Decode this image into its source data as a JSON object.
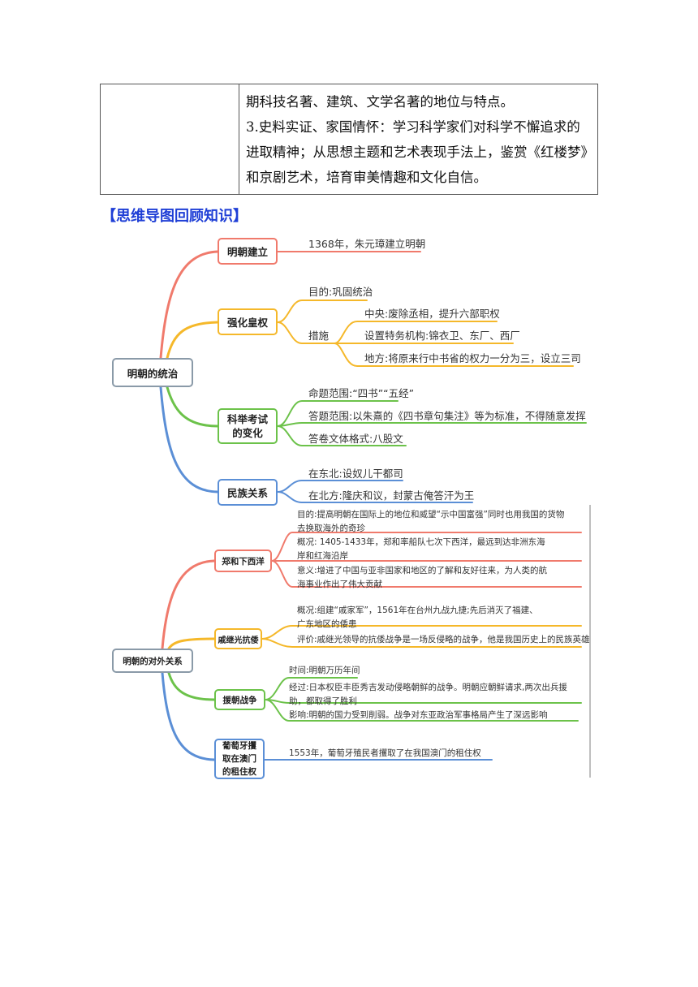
{
  "table": {
    "lines": [
      "期科技名著、建筑、文学名著的地位与特点。",
      "3.史料实证、家国情怀：学习科学家们对科学不懈追求的",
      "进取精神；从思想主题和艺术表现手法上，鉴赏《红楼梦》",
      "和京剧艺术，培育审美情趣和文化自信。"
    ]
  },
  "section_heading": "【思维导图回顾知识】",
  "map1": {
    "root": "明朝的统治",
    "branches": {
      "founding": {
        "label": "明朝建立",
        "item": "1368年，朱元璋建立明朝"
      },
      "imperial": {
        "label": "强化皇权",
        "purpose": "目的:巩固统治",
        "measures_label": "措施",
        "measures": [
          "中央:废除丞相，提升六部职权",
          "设置特务机构:锦衣卫、东厂、西厂",
          "地方:将原来行中书省的权力一分为三，设立三司"
        ]
      },
      "exam": {
        "label": "科举考试的变化",
        "items": [
          "命题范围:“四书”“五经”",
          "答题范围:以朱熹的《四书章句集注》等为标准，不得随意发挥",
          "答卷文体格式:八股文"
        ]
      },
      "ethnic": {
        "label": "民族关系",
        "items": [
          "在东北:设奴儿干都司",
          "在北方:隆庆和议，封蒙古俺答汗为王"
        ]
      }
    }
  },
  "map2": {
    "root": "明朝的对外关系",
    "branches": {
      "zhenghe": {
        "label": "郑和下西洋",
        "items": [
          "目的:提高明朝在国际上的地位和威望“示中国富强”同时也用我国的货物去换取海外的奇珍",
          "概况: 1405-1433年，郑和率船队七次下西洋，最远到达非洲东海岸和红海沿岸",
          "意义:增进了中国与亚非国家和地区的了解和友好往来，为人类的航海事业作出了伟大贡献"
        ]
      },
      "qijiguang": {
        "label": "戚继光抗倭",
        "items": [
          "概况:组建“戚家军”，1561年在台州九战九捷;先后消灭了福建、广东地区的倭患",
          "评价:戚继光领导的抗倭战争是一场反侵略的战争，他是我国历史上的民族英雄"
        ]
      },
      "korea": {
        "label": "援朝战争",
        "items": [
          "时间:明朝万历年间",
          "经过:日本权臣丰臣秀吉发动侵略朝鲜的战争。明朝应朝鲜请求,两次出兵援助，都取得了胜利",
          "影响:明朝的国力受到削弱。战争对东亚政治军事格局产生了深远影响"
        ]
      },
      "macau": {
        "label": "葡萄牙攫取在澳门的租住权",
        "item": "1553年，葡萄牙殖民者攫取了在我国澳门的租住权"
      }
    }
  },
  "colors": {
    "red": "#f07a6c",
    "orange": "#f5b82a",
    "green": "#6cc24a",
    "blue": "#5b8fd6",
    "root_border": "#8a9aa8",
    "heading": "#1f3fd6"
  }
}
